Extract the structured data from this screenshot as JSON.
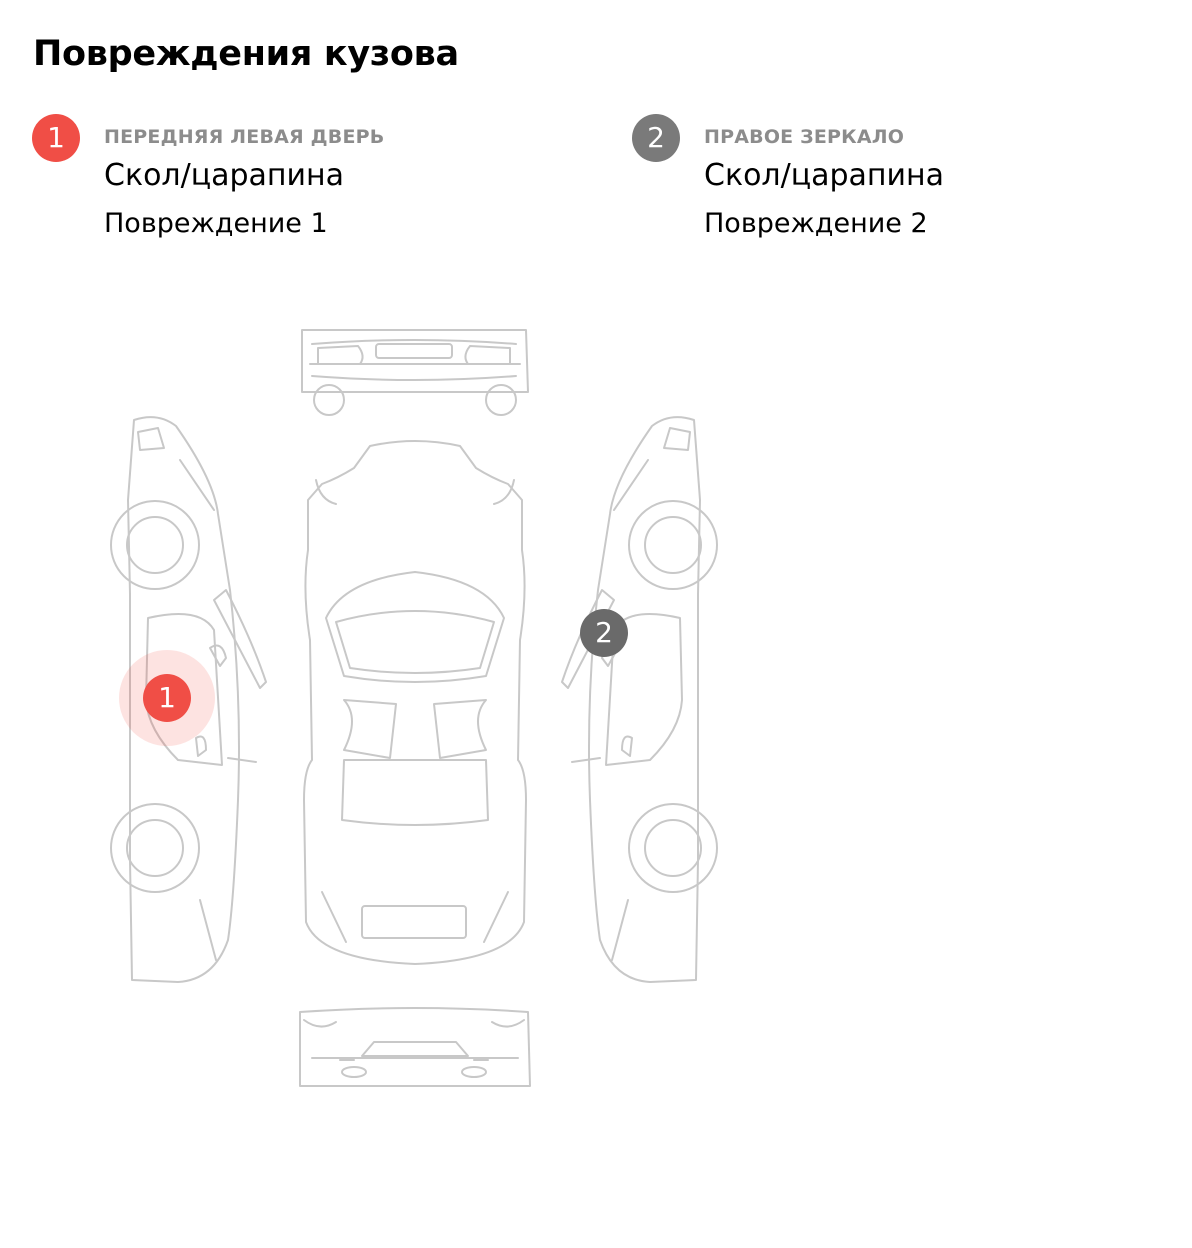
{
  "page": {
    "title": "Повреждения кузова"
  },
  "damages": [
    {
      "number": "1",
      "location": "ПЕРЕДНЯЯ ЛЕВАЯ ДВЕРЬ",
      "type": "Скол/царапина",
      "name": "Повреждение 1",
      "color": "#f04e46",
      "active": true
    },
    {
      "number": "2",
      "location": "ПРАВОЕ ЗЕРКАЛО",
      "type": "Скол/царапина",
      "name": "Повреждение 2",
      "color": "#7a7a7a",
      "active": false
    }
  ],
  "scheme": {
    "outline_color": "#c8c8c8",
    "markers": [
      {
        "number": "1",
        "view": "left-side",
        "color": "#f04e46",
        "active": true
      },
      {
        "number": "2",
        "view": "right-side",
        "color": "#6a6a6a",
        "active": false
      }
    ]
  }
}
